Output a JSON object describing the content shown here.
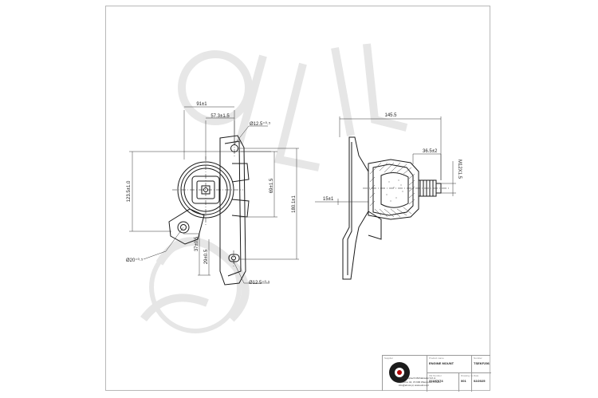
{
  "title_block": {
    "supplier_label": "Supplier",
    "company_name": "ElMot Wojciech Michałowski S.K.A.",
    "company_address": "Opoczno 44, 47-600 Wieszowa, Poland",
    "company_contact": "info@elmot.pl, www.elmot.pl",
    "product_name_label": "Product name",
    "product_name": "ENGINE MOUNT",
    "number_label": "Number",
    "number": "TSEKF256",
    "oe_number_label": "OE Number",
    "oe_number": "31197674",
    "drawing_no_label": "Drawing no",
    "drawing_no": "001",
    "date_label": "Date",
    "date": "02/2025"
  },
  "dimensions": {
    "d91": "91±1",
    "d57": "57.3±1.5",
    "hole_top": "Ø12.5⁺⁰·⁵",
    "d69": "69±1.5",
    "d123": "123.5±1.0",
    "d180": "180.1±1",
    "d37": "37±0.5",
    "d29": "29±0.5",
    "d20": "Ø20⁺⁰·⁵",
    "hole_bottom": "Ø12.5⁺⁰·⁵",
    "d145": "145.5",
    "d36": "36.5±2",
    "d15": "15±1",
    "thread": "M12X1.5"
  },
  "colors": {
    "line": "#1a1a1a",
    "dim_line": "#333333",
    "watermark": "#dcdcdc",
    "hatch": "#444444"
  }
}
